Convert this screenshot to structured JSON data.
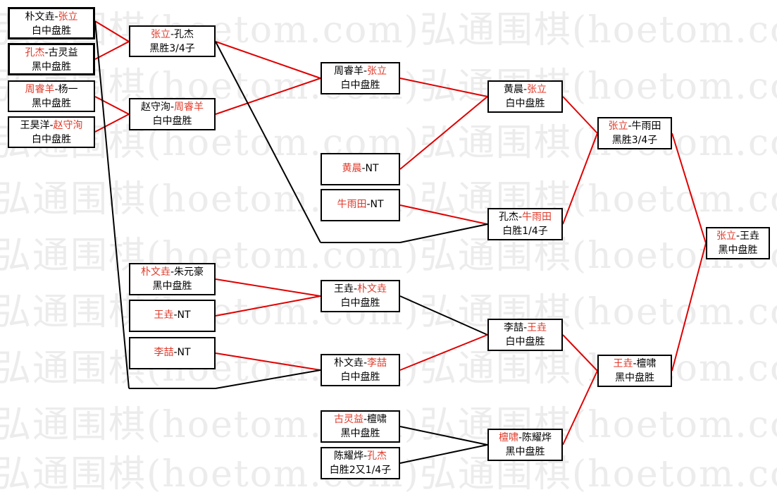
{
  "watermark": "弘通围棋(hoetom.com)",
  "colors": {
    "winner_text": "#e03a2a",
    "winner_line": "#e00000",
    "loser_line": "#000000"
  },
  "matches": {
    "r1m1": {
      "a": "朴文垚",
      "b": "张立",
      "winner": "b",
      "result": "白中盘胜"
    },
    "r1m2": {
      "a": "孔杰",
      "b": "古灵益",
      "winner": "a",
      "result": "黑中盘胜"
    },
    "r1m3": {
      "a": "周睿羊",
      "b": "杨一",
      "winner": "a",
      "result": "黑中盘胜"
    },
    "r1m4": {
      "a": "王昊洋",
      "b": "赵守洵",
      "winner": "b",
      "result": "白中盘胜"
    },
    "r2m1": {
      "a": "张立",
      "b": "孔杰",
      "winner": "a",
      "result": "黑胜3/4子"
    },
    "r2m2": {
      "a": "赵守洵",
      "b": "周睿羊",
      "winner": "b",
      "result": "白中盘胜"
    },
    "r2m3": {
      "a": "朴文垚",
      "b": "朱元豪",
      "winner": "a",
      "result": "黑中盘胜"
    },
    "r2m4": {
      "a": "王垚",
      "b": "NT",
      "winner": "a",
      "result": ""
    },
    "r2m5": {
      "a": "李喆",
      "b": "NT",
      "winner": "a",
      "result": ""
    },
    "r3m1": {
      "a": "周睿羊",
      "b": "张立",
      "winner": "b",
      "result": "白中盘胜"
    },
    "r3m2": {
      "a": "黄晨",
      "b": "NT",
      "winner": "a",
      "result": ""
    },
    "r3m3": {
      "a": "牛雨田",
      "b": "NT",
      "winner": "a",
      "result": ""
    },
    "r3m4": {
      "a": "王垚",
      "b": "朴文垚",
      "winner": "b",
      "result": "白中盘胜"
    },
    "r3m5": {
      "a": "朴文垚",
      "b": "李喆",
      "winner": "b",
      "result": "白中盘胜"
    },
    "r3m6": {
      "a": "古灵益",
      "b": "檀啸",
      "winner": "a",
      "result": "黑中盘胜"
    },
    "r3m7": {
      "a": "陈耀烨",
      "b": "孔杰",
      "winner": "b",
      "result": "白胜2又1/4子"
    },
    "r4m1": {
      "a": "黄晨",
      "b": "张立",
      "winner": "b",
      "result": "白中盘胜"
    },
    "r4m2": {
      "a": "孔杰",
      "b": "牛雨田",
      "winner": "b",
      "result": "白胜1/4子"
    },
    "r4m3": {
      "a": "李喆",
      "b": "王垚",
      "winner": "b",
      "result": "白中盘胜"
    },
    "r4m4": {
      "a": "檀啸",
      "b": "陈耀烨",
      "winner": "a",
      "result": "黑中盘胜"
    },
    "r5m1": {
      "a": "张立",
      "b": "牛雨田",
      "winner": "a",
      "result": "黑胜3/4子"
    },
    "r5m2": {
      "a": "王垚",
      "b": "檀啸",
      "winner": "a",
      "result": "黑中盘胜"
    },
    "final": {
      "a": "张立",
      "b": "王垚",
      "winner": "a",
      "result": "黑中盘胜"
    }
  }
}
